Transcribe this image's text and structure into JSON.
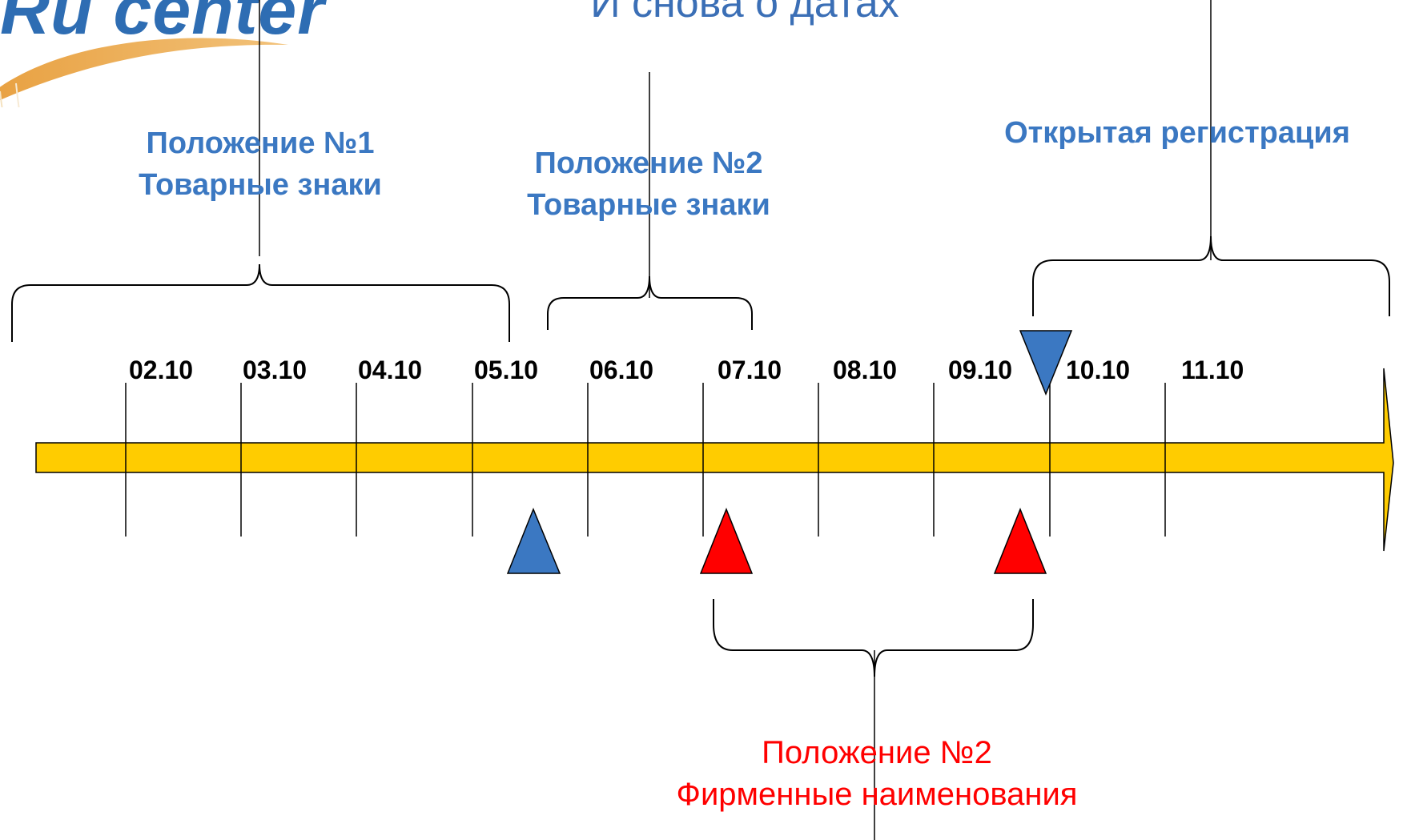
{
  "logo": {
    "text": "Ru center",
    "name": "ru-center-logo"
  },
  "title": "И снова о датах",
  "groups": {
    "pos1_trademarks": {
      "line1": "Положение №1",
      "line2": "Товарные знаки"
    },
    "pos2_trademarks": {
      "line1": "Положение №2",
      "line2": "Товарные знаки"
    },
    "open_registration": {
      "line1": "Открытая регистрация"
    },
    "pos2_company_names": {
      "line1": "Положение №2",
      "line2": "Фирменные наименования"
    }
  },
  "timeline": {
    "dates": [
      "02.10",
      "03.10",
      "04.10",
      "05.10",
      "06.10",
      "07.10",
      "08.10",
      "09.10",
      "10.10",
      "11.10"
    ]
  },
  "colors": {
    "arrow_fill": "#ffcc00",
    "blue_marker": "#3b78c2",
    "red_marker": "#ff0000",
    "title": "#3b6fb6",
    "blue_label": "#3b78c2",
    "red_label": "#ff0000"
  },
  "markers": [
    {
      "name": "blue-up-marker",
      "shape": "triangle-up",
      "color": "blue"
    },
    {
      "name": "red-up-marker-1",
      "shape": "triangle-up",
      "color": "red"
    },
    {
      "name": "red-up-marker-2",
      "shape": "triangle-up",
      "color": "red"
    },
    {
      "name": "blue-down-marker",
      "shape": "triangle-down",
      "color": "blue"
    }
  ]
}
